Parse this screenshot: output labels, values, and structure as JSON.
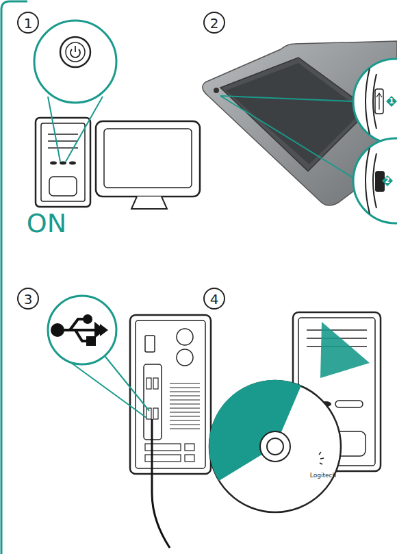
{
  "diagram": {
    "labels": [
      "1",
      "2",
      "3",
      "4",
      "ON",
      "1",
      "2",
      "Logitech"
    ]
  }
}
